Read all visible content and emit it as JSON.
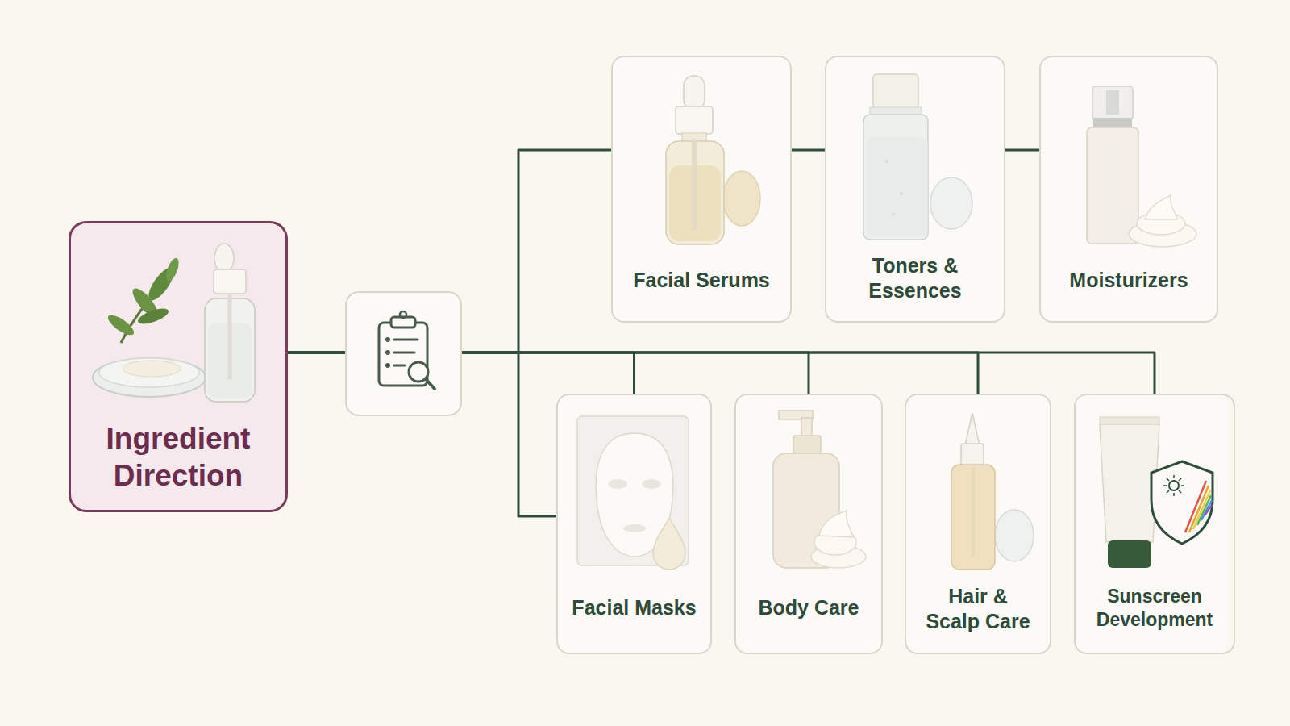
{
  "diagram": {
    "nodes": [
      {
        "text": [
          "Ingredient Direction"
        ]
      },
      {
        "text": [
          "Facial Serums"
        ]
      },
      {
        "text": [
          "Toners & Essences"
        ]
      },
      {
        "text": [
          "Moisturizers"
        ]
      },
      {
        "text": [
          "Facial Masks"
        ]
      },
      {
        "text": [
          "Body Care"
        ]
      },
      {
        "text": [
          "Hair & Scalp Care"
        ]
      },
      {
        "text": [
          "Sunscreen Development"
        ]
      }
    ],
    "edges": [
      {
        "from": 0,
        "to": 1,
        "arrow": "none"
      },
      {
        "from": 1,
        "to": 2,
        "arrow": "none"
      },
      {
        "from": 2,
        "to": 3,
        "arrow": "none"
      },
      {
        "from": 0,
        "to": 4,
        "arrow": "none"
      },
      {
        "from": 0,
        "to": 4,
        "arrow": "none"
      },
      {
        "from": 0,
        "to": 5,
        "arrow": "none"
      },
      {
        "from": 0,
        "to": 6,
        "arrow": "none"
      },
      {
        "from": 0,
        "to": 7,
        "arrow": "none"
      }
    ]
  }
}
